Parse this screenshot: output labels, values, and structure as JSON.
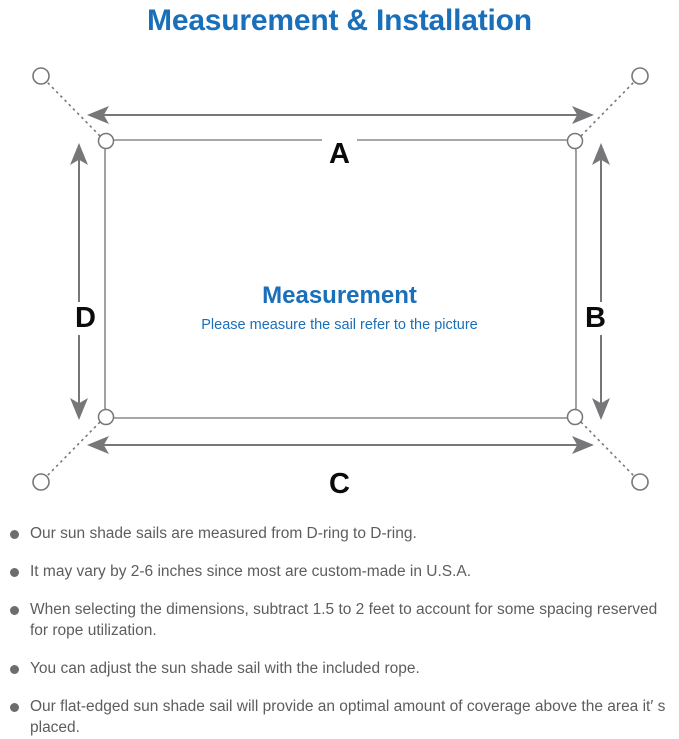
{
  "page": {
    "title": "Measurement & Installation",
    "title_color": "#1a6fba"
  },
  "diagram": {
    "center_heading": "Measurement",
    "center_subtitle": "Please measure the sail refer to the picture",
    "dimension_labels": {
      "top": "A",
      "right": "B",
      "bottom": "C",
      "left": "D"
    },
    "line_color": "#77777a",
    "sail_border_color": "#8a8a8d",
    "sail_fill_color": "#ffffff"
  },
  "notes": [
    "Our sun shade sails are measured from D-ring to D-ring.",
    "It may vary by 2-6 inches since most are custom-made in U.S.A.",
    "When selecting the dimensions, subtract 1.5 to 2 feet to account for some spacing reserved for rope utilization.",
    "You can adjust the sun shade sail with the included rope.",
    "Our flat-edged sun shade sail will provide an optimal amount of coverage above the area it′ s placed."
  ]
}
